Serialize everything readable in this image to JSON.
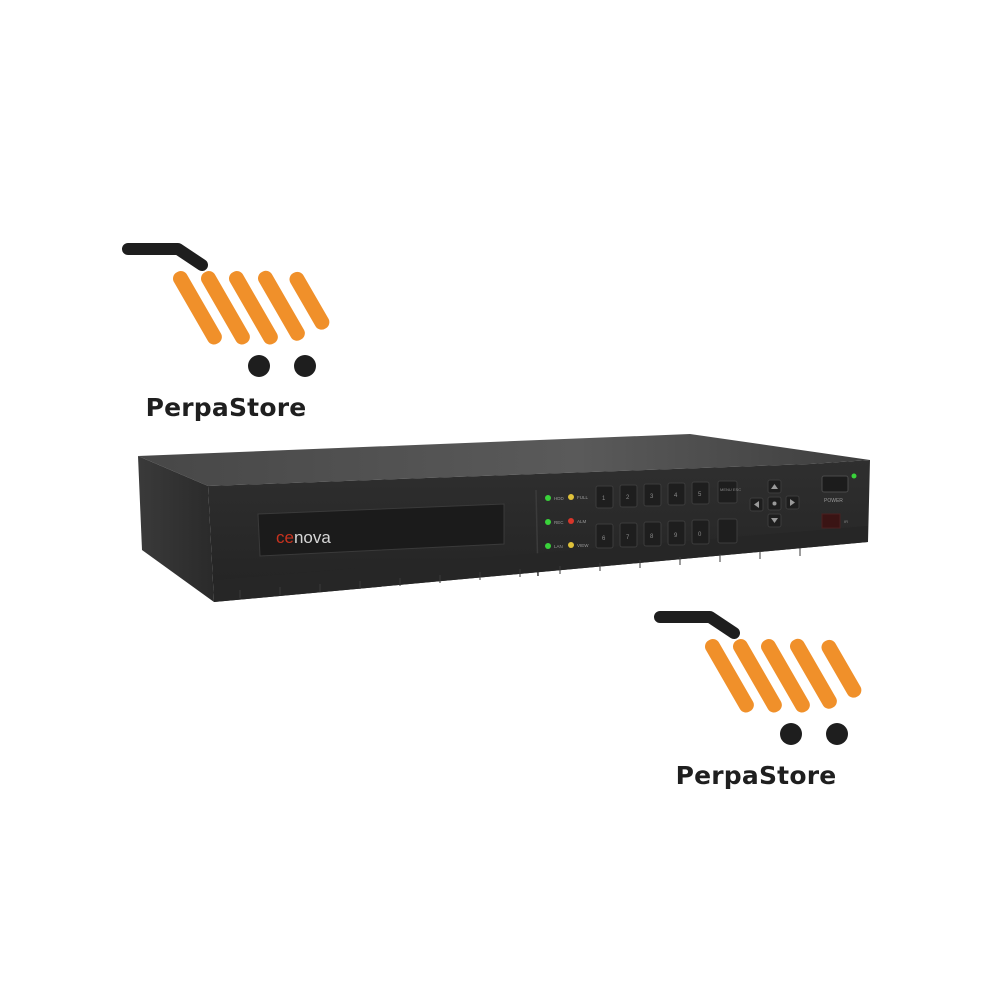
{
  "watermarks": [
    {
      "text": "PerpaStore",
      "icon": "shopping-cart-icon",
      "accent": "#f0902a"
    },
    {
      "text": "PerpaStore",
      "icon": "shopping-cart-icon",
      "accent": "#f0902a"
    }
  ],
  "device": {
    "brand_prefix": "ce",
    "brand_suffix": "nova",
    "brand_accent": "#c8321e",
    "led_labels": [
      "HDD",
      "FULL",
      "REC",
      "ALM",
      "LAN",
      "VIEW"
    ],
    "top_keys": [
      "1",
      "2",
      "3",
      "4",
      "5"
    ],
    "top_right_key": "MENU\nESC",
    "bottom_keys": [
      "6",
      "7",
      "8",
      "9",
      "0"
    ],
    "power_label": "POWER",
    "ir_label": "IR"
  }
}
